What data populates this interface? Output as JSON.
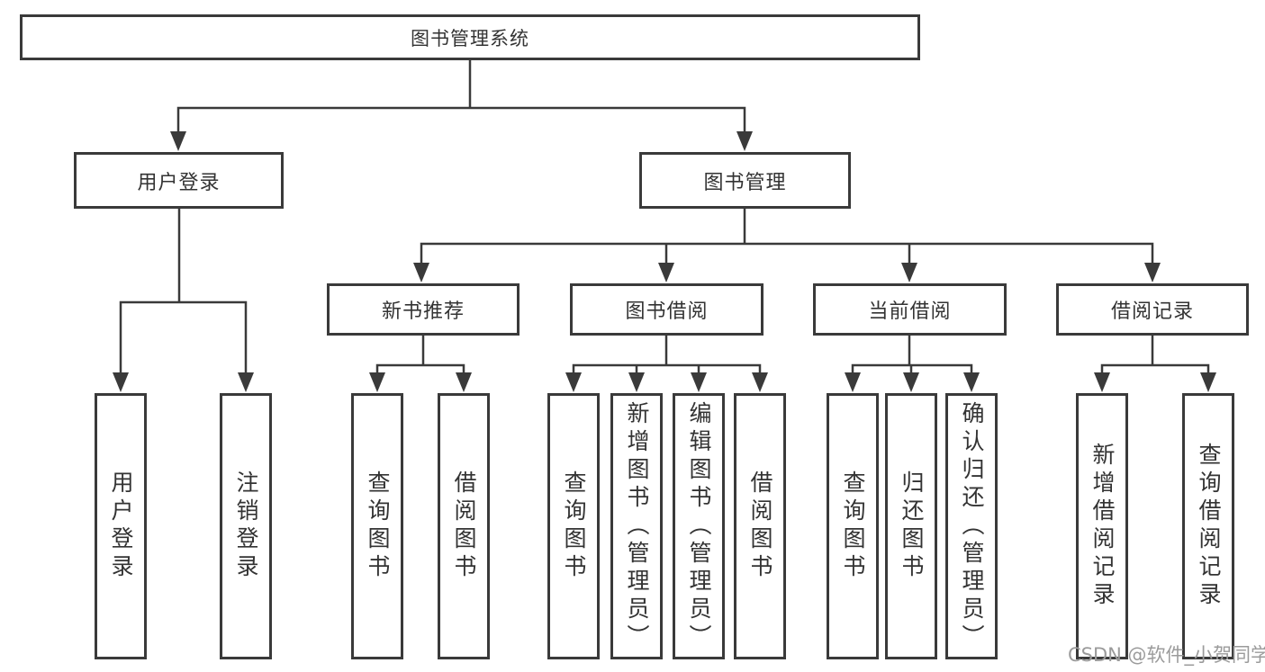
{
  "diagram": {
    "root": {
      "label": "图书管理系统"
    },
    "level2": [
      {
        "label": "用户登录"
      },
      {
        "label": "图书管理"
      }
    ],
    "level3": [
      {
        "label": "新书推荐"
      },
      {
        "label": "图书借阅"
      },
      {
        "label": "当前借阅"
      },
      {
        "label": "借阅记录"
      }
    ],
    "groups": {
      "user_login": [
        {
          "label": "用户登录"
        },
        {
          "label": "注销登录"
        }
      ],
      "new_books": [
        {
          "label": "查询图书"
        },
        {
          "label": "借阅图书"
        }
      ],
      "book_borrow": [
        {
          "label": "查询图书"
        },
        {
          "label": "新增图书（管理员）"
        },
        {
          "label": "编辑图书（管理员）"
        },
        {
          "label": "借阅图书"
        }
      ],
      "current_borrow": [
        {
          "label": "查询图书"
        },
        {
          "label": "归还图书"
        },
        {
          "label": "确认归还（管理员）"
        }
      ],
      "borrow_records": [
        {
          "label": "新增借阅记录"
        },
        {
          "label": "查询借阅记录"
        }
      ]
    }
  },
  "watermark": {
    "text": "CSDN @软件_小贺同学"
  },
  "colors": {
    "line": "#3a3a3a",
    "text": "#333333",
    "watermark": "#9b9b9b",
    "background": "#ffffff"
  }
}
